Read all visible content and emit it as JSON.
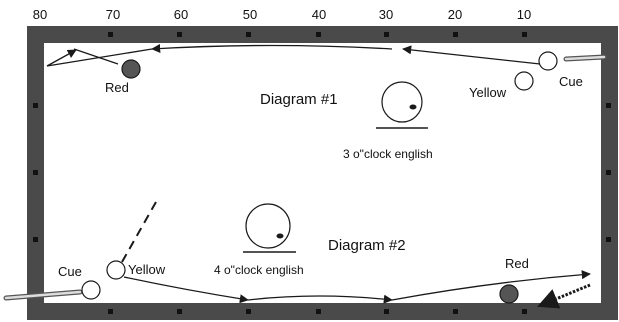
{
  "scale": {
    "labels": [
      "80",
      "70",
      "60",
      "50",
      "40",
      "30",
      "20",
      "10"
    ]
  },
  "diagram1": {
    "title": "Diagram #1",
    "english": "3 o\"clock english",
    "balls": {
      "cue": "Cue",
      "yellow": "Yellow",
      "red": "Red"
    }
  },
  "diagram2": {
    "title": "Diagram #2",
    "english": "4 o\"clock english",
    "balls": {
      "cue": "Cue",
      "yellow": "Yellow",
      "red": "Red"
    }
  },
  "colors": {
    "rail": "#4a4a4a",
    "cloth": "#ffffff",
    "red_ball": "#555555",
    "yellow_ball": "#ffffff",
    "cue_ball": "#ffffff",
    "line": "#1a1a1a"
  }
}
